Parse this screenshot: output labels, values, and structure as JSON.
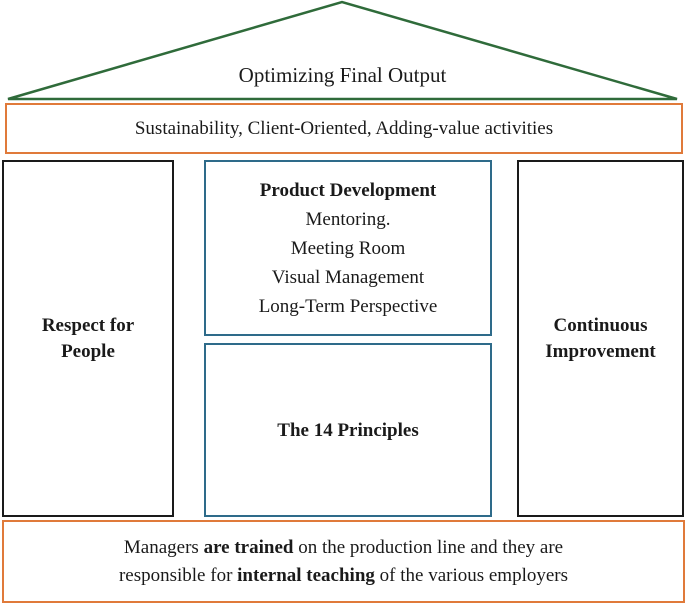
{
  "roof": {
    "title": "Optimizing Final Output",
    "stroke_color": "#2f6b3a"
  },
  "beam": {
    "text": "Sustainability, Client-Oriented, Adding-value activities",
    "border_color": "#e07a3a"
  },
  "left_pillar": {
    "line1": "Respect for",
    "line2": "People"
  },
  "right_pillar": {
    "line1": "Continuous",
    "line2": "Improvement"
  },
  "center_top": {
    "heading": "Product Development",
    "items": [
      "Mentoring.",
      "Meeting Room",
      "Visual Management",
      "Long-Term Perspective"
    ],
    "border_color": "#2e6b8a"
  },
  "center_bottom": {
    "text": "The 14 Principles"
  },
  "foundation": {
    "line1": {
      "part1": "Managers ",
      "bold1": "are trained",
      "part2": " on the production line and they are"
    },
    "line2": {
      "part1": "responsible for ",
      "bold1": "internal teaching",
      "part2": " of the various employers"
    },
    "border_color": "#e07a3a"
  }
}
